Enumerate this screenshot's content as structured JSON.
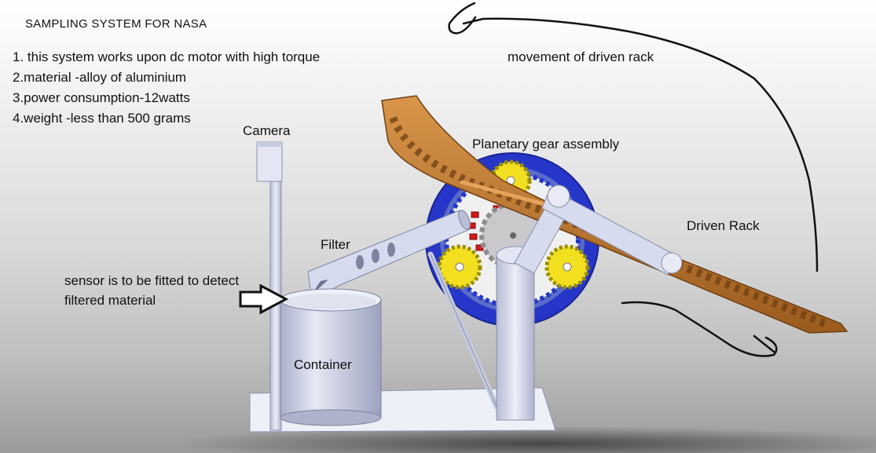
{
  "title": "SAMPLING SYSTEM FOR NASA",
  "notes": [
    "1. this system works upon dc motor with high torque",
    "2.material -alloy of aluminium",
    "3.power consumption-12watts",
    "4.weight -less than 500 grams"
  ],
  "labels": {
    "movement": "movement of driven rack",
    "planetary": "Planetary gear assembly",
    "driven_rack": "Driven Rack",
    "camera": "Camera",
    "filter": "Filter",
    "sensor_line1": "sensor is to be fitted to detect",
    "sensor_line2": "filtered material",
    "container": "Container"
  },
  "colors": {
    "rack": "#c07a30",
    "ring_gear": "#2536c8",
    "planet_gear": "#f2e020",
    "sun_gear": "#c9c9cc",
    "pins": "#d21a1a",
    "metal": "#ccd0e6"
  }
}
